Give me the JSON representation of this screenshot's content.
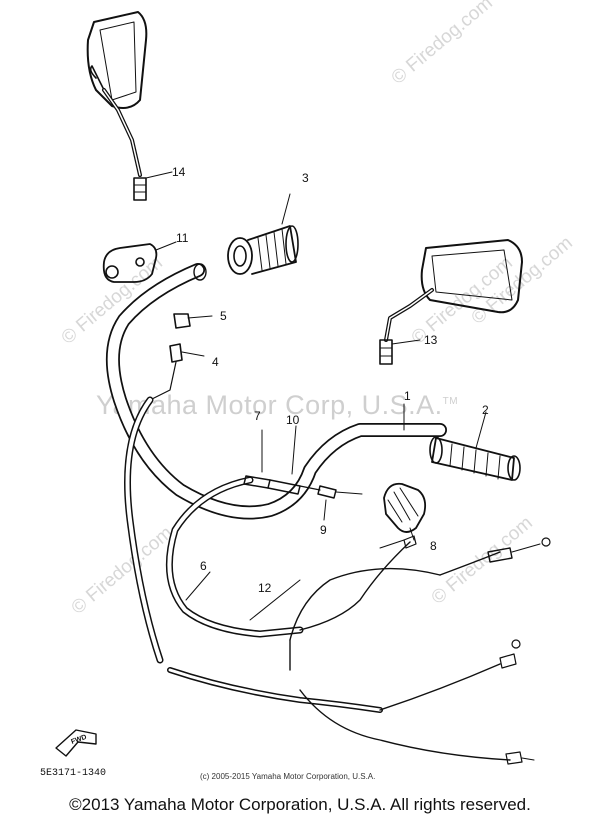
{
  "diagram": {
    "callouts": [
      "1",
      "2",
      "3",
      "4",
      "5",
      "6",
      "7",
      "8",
      "9",
      "10",
      "11",
      "12",
      "13",
      "14"
    ],
    "watermark_main": "Yamaha Motor Corp, U.S.A.",
    "trademark": "TM",
    "watermark_site": "© Firedog.com",
    "diagram_code": "5E3171-1340",
    "inner_copyright": "(c) 2005-2015 Yamaha Motor Corporation, U.S.A.",
    "forward_label": "FWD"
  },
  "footer": {
    "copyright": "©2013 Yamaha Motor Corporation, U.S.A. All rights reserved."
  }
}
